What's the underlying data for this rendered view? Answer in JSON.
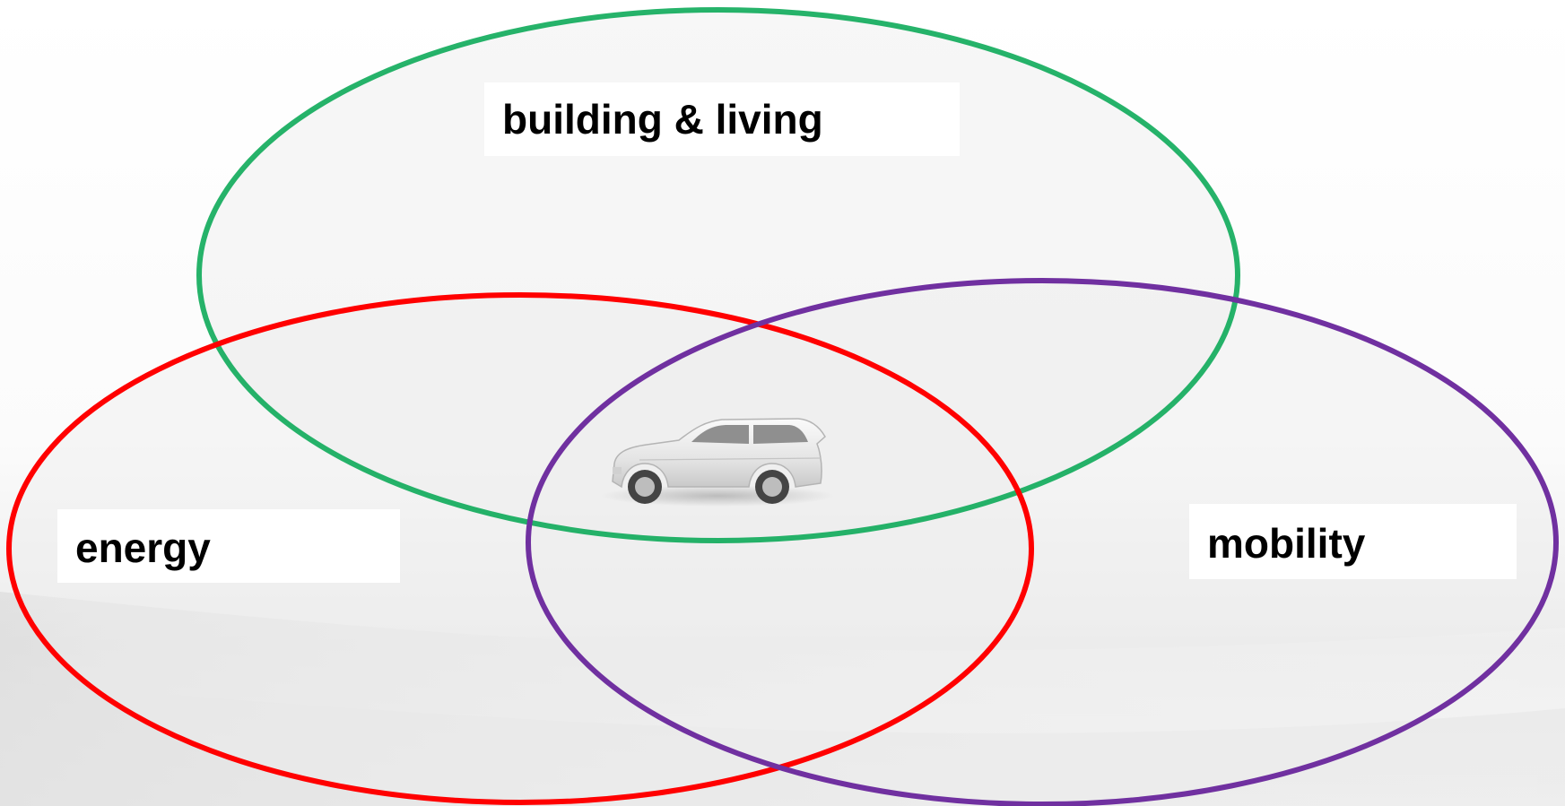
{
  "diagram": {
    "type": "venn",
    "circles": [
      {
        "id": "building",
        "label": "building & living",
        "color": "#00a650"
      },
      {
        "id": "energy",
        "label": "energy",
        "color": "#ff0000"
      },
      {
        "id": "mobility",
        "label": "mobility",
        "color": "#7030a0"
      }
    ],
    "center_icon": "car-icon"
  }
}
